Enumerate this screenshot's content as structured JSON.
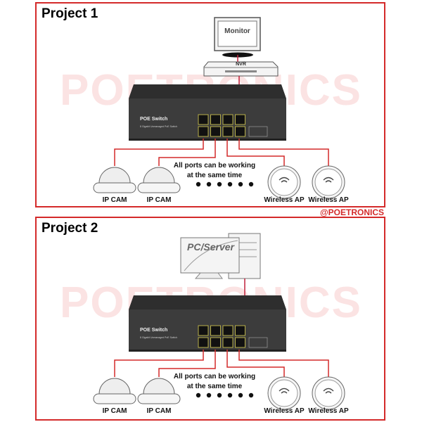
{
  "projects": [
    {
      "title": "Project 1",
      "source_device": "Monitor",
      "recorder": "NVR",
      "switch": {
        "name": "POE Switch",
        "subtitle": "8 Gigabit Unmanaged PoE Switch"
      },
      "note": [
        "All ports can be working",
        "at the same time"
      ],
      "devices": [
        "IP CAM",
        "IP CAM",
        "Wireless AP",
        "Wireless AP"
      ]
    },
    {
      "title": "Project 2",
      "source_device": "PC/Server",
      "switch": {
        "name": "POE Switch",
        "subtitle": "8 Gigabit Unmanaged PoE Switch"
      },
      "note": [
        "All ports can be working",
        "at the same time"
      ],
      "devices": [
        "IP CAM",
        "IP CAM",
        "Wireless AP",
        "Wireless AP"
      ]
    }
  ],
  "watermark": "POETRONICS",
  "credit": "@POETRONICS",
  "colors": {
    "accent": "#d42a2a",
    "switch": "#3a3a3a",
    "watermark": "#fbe3e3"
  }
}
